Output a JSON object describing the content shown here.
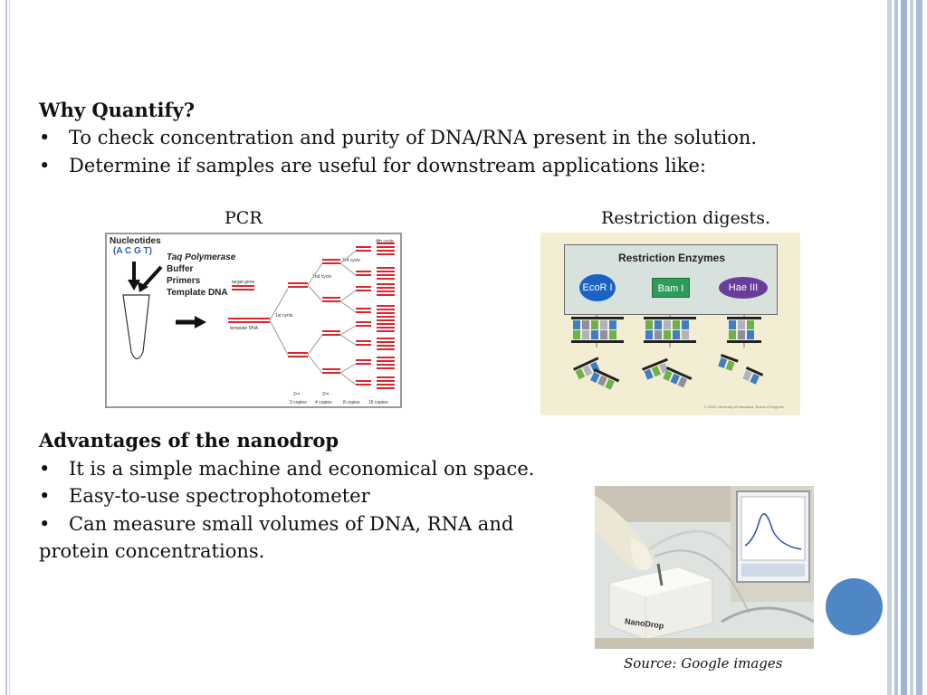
{
  "slide": {
    "why_heading": "Why Quantify?",
    "why_bullets": [
      "To check concentration and purity of DNA/RNA present in the solution.",
      "Determine if samples are useful for downstream applications like:"
    ],
    "bullet_glyph": "•",
    "pcr_caption": "PCR",
    "restriction_caption": "Restriction digests.",
    "advantages_heading": "Advantages of the nanodrop",
    "advantages_bullets": [
      "It is a simple machine and economical on space.",
      "Easy-to-use spectrophotometer",
      "Can measure small volumes of DNA, RNA and"
    ],
    "advantages_continuation": "protein concentrations.",
    "source_note": "Source: Google images"
  },
  "pcr_figure": {
    "nucleotides_label": "Nucleotides",
    "bases_label": "(A C G T)",
    "taq_label": "Taq Polymerase",
    "buffer_label": "Buffer",
    "primers_label": "Primers",
    "template_label": "Template DNA",
    "target_gene_label": "target gene",
    "template_dna_label": "template DNA",
    "cycle1_label": "1st cycle",
    "cycle2_label": "2nd cycle",
    "cycle3_label": "3rd cycle",
    "cycle4_label": "4th cycle",
    "copies": [
      "2 copies",
      "4 copies",
      "8 copies",
      "16 copies"
    ],
    "powers": [
      "2¹=",
      "2²="
    ]
  },
  "restriction_figure": {
    "title": "Restriction Enzymes",
    "enzymes": [
      "EcoR I",
      "Bam I",
      "Hae III"
    ],
    "copyright": "© 2000 University of Nebraska, Board of Regents"
  },
  "nanodrop_photo": {
    "brand": "NanoDrop"
  },
  "colors": {
    "accent_circle": "#4f86c6",
    "pcr_strand": "#d8262a",
    "ecor_badge": "#1a63c4",
    "bam_badge": "#2f9a5b",
    "hae_badge": "#6a3d9a"
  }
}
